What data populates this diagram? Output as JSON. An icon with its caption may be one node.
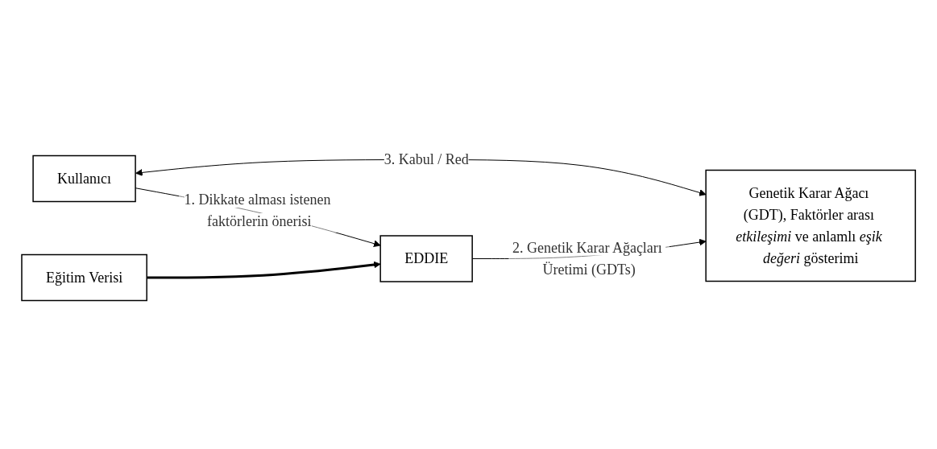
{
  "diagram": {
    "nodes": [
      {
        "text": [
          "Kullanıcı"
        ]
      },
      {
        "text": [
          "EDDIE"
        ]
      },
      {
        "text": [
          "Eğitim Verisi"
        ]
      },
      {
        "text": [
          "Genetik Karar Ağacı (GDT), Faktörler arası *etkileşimi* ve anlamlı *eşik değeri* gösterimi"
        ]
      }
    ],
    "edges": [
      {
        "from": 0,
        "to": 1,
        "arrow": "to",
        "label": "1. Dikkate alması istenen faktörlerin önerisi"
      },
      {
        "from": 0,
        "to": 3,
        "arrow": "both",
        "label": "3. Kabul / Red"
      },
      {
        "from": 1,
        "to": 3,
        "arrow": "to",
        "label": "2. Genetik Karar Ağaçları Üretimi (GDTs)"
      },
      {
        "from": 2,
        "to": 1,
        "arrow": "to",
        "style": "thick"
      }
    ]
  }
}
